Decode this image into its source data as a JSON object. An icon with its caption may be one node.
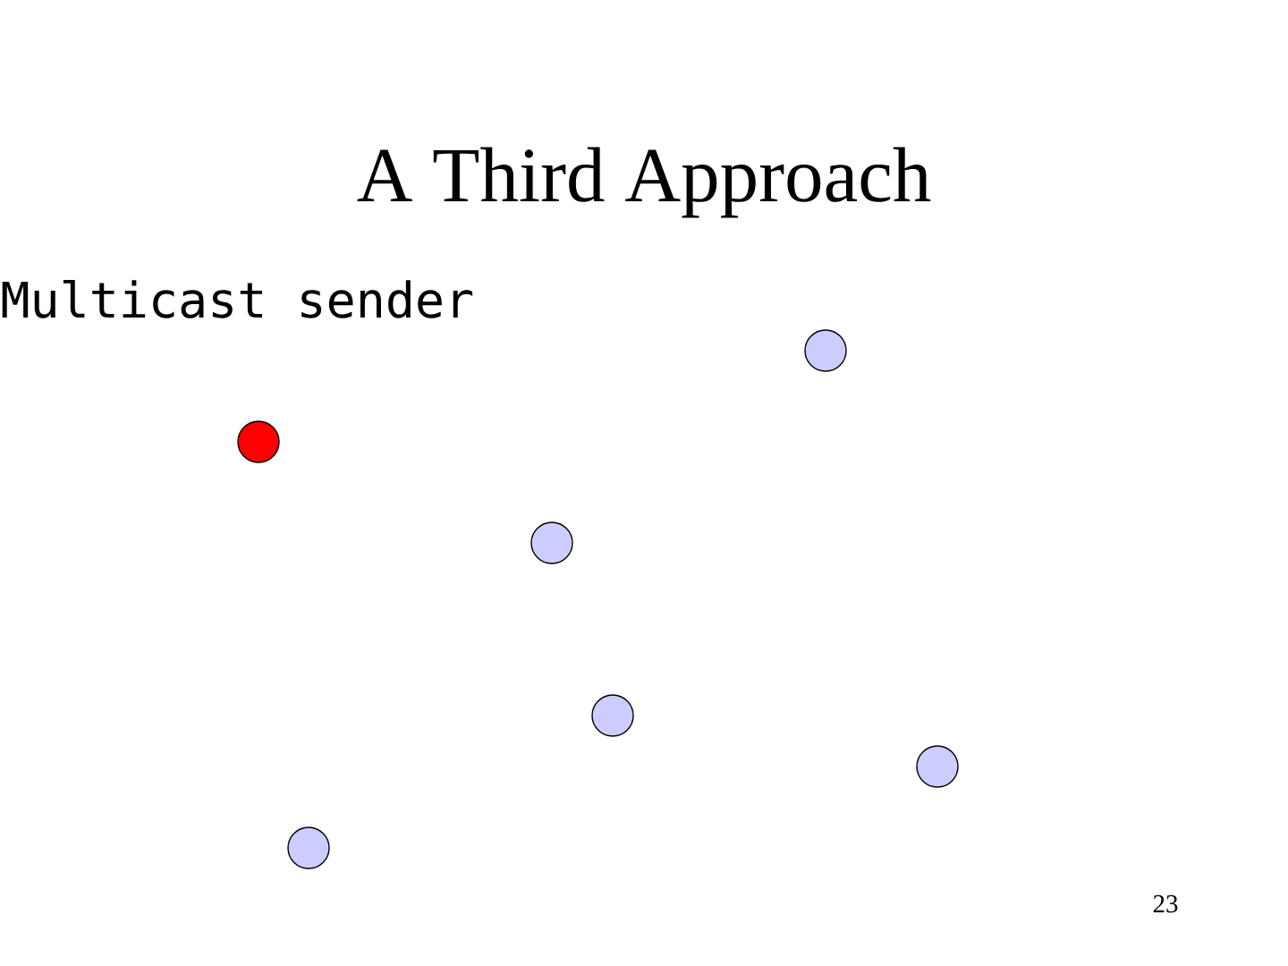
{
  "diagram": {
    "title": "A Third Approach",
    "nodes": [
      {
        "text": [],
        "shape": "circle"
      },
      {
        "text": [],
        "shape": "circle"
      },
      {
        "text": [],
        "shape": "circle"
      },
      {
        "text": [],
        "shape": "circle"
      },
      {
        "text": [],
        "shape": "circle"
      },
      {
        "text": [],
        "shape": "circle"
      }
    ],
    "labels": [
      "Multicast sender",
      "23"
    ]
  }
}
